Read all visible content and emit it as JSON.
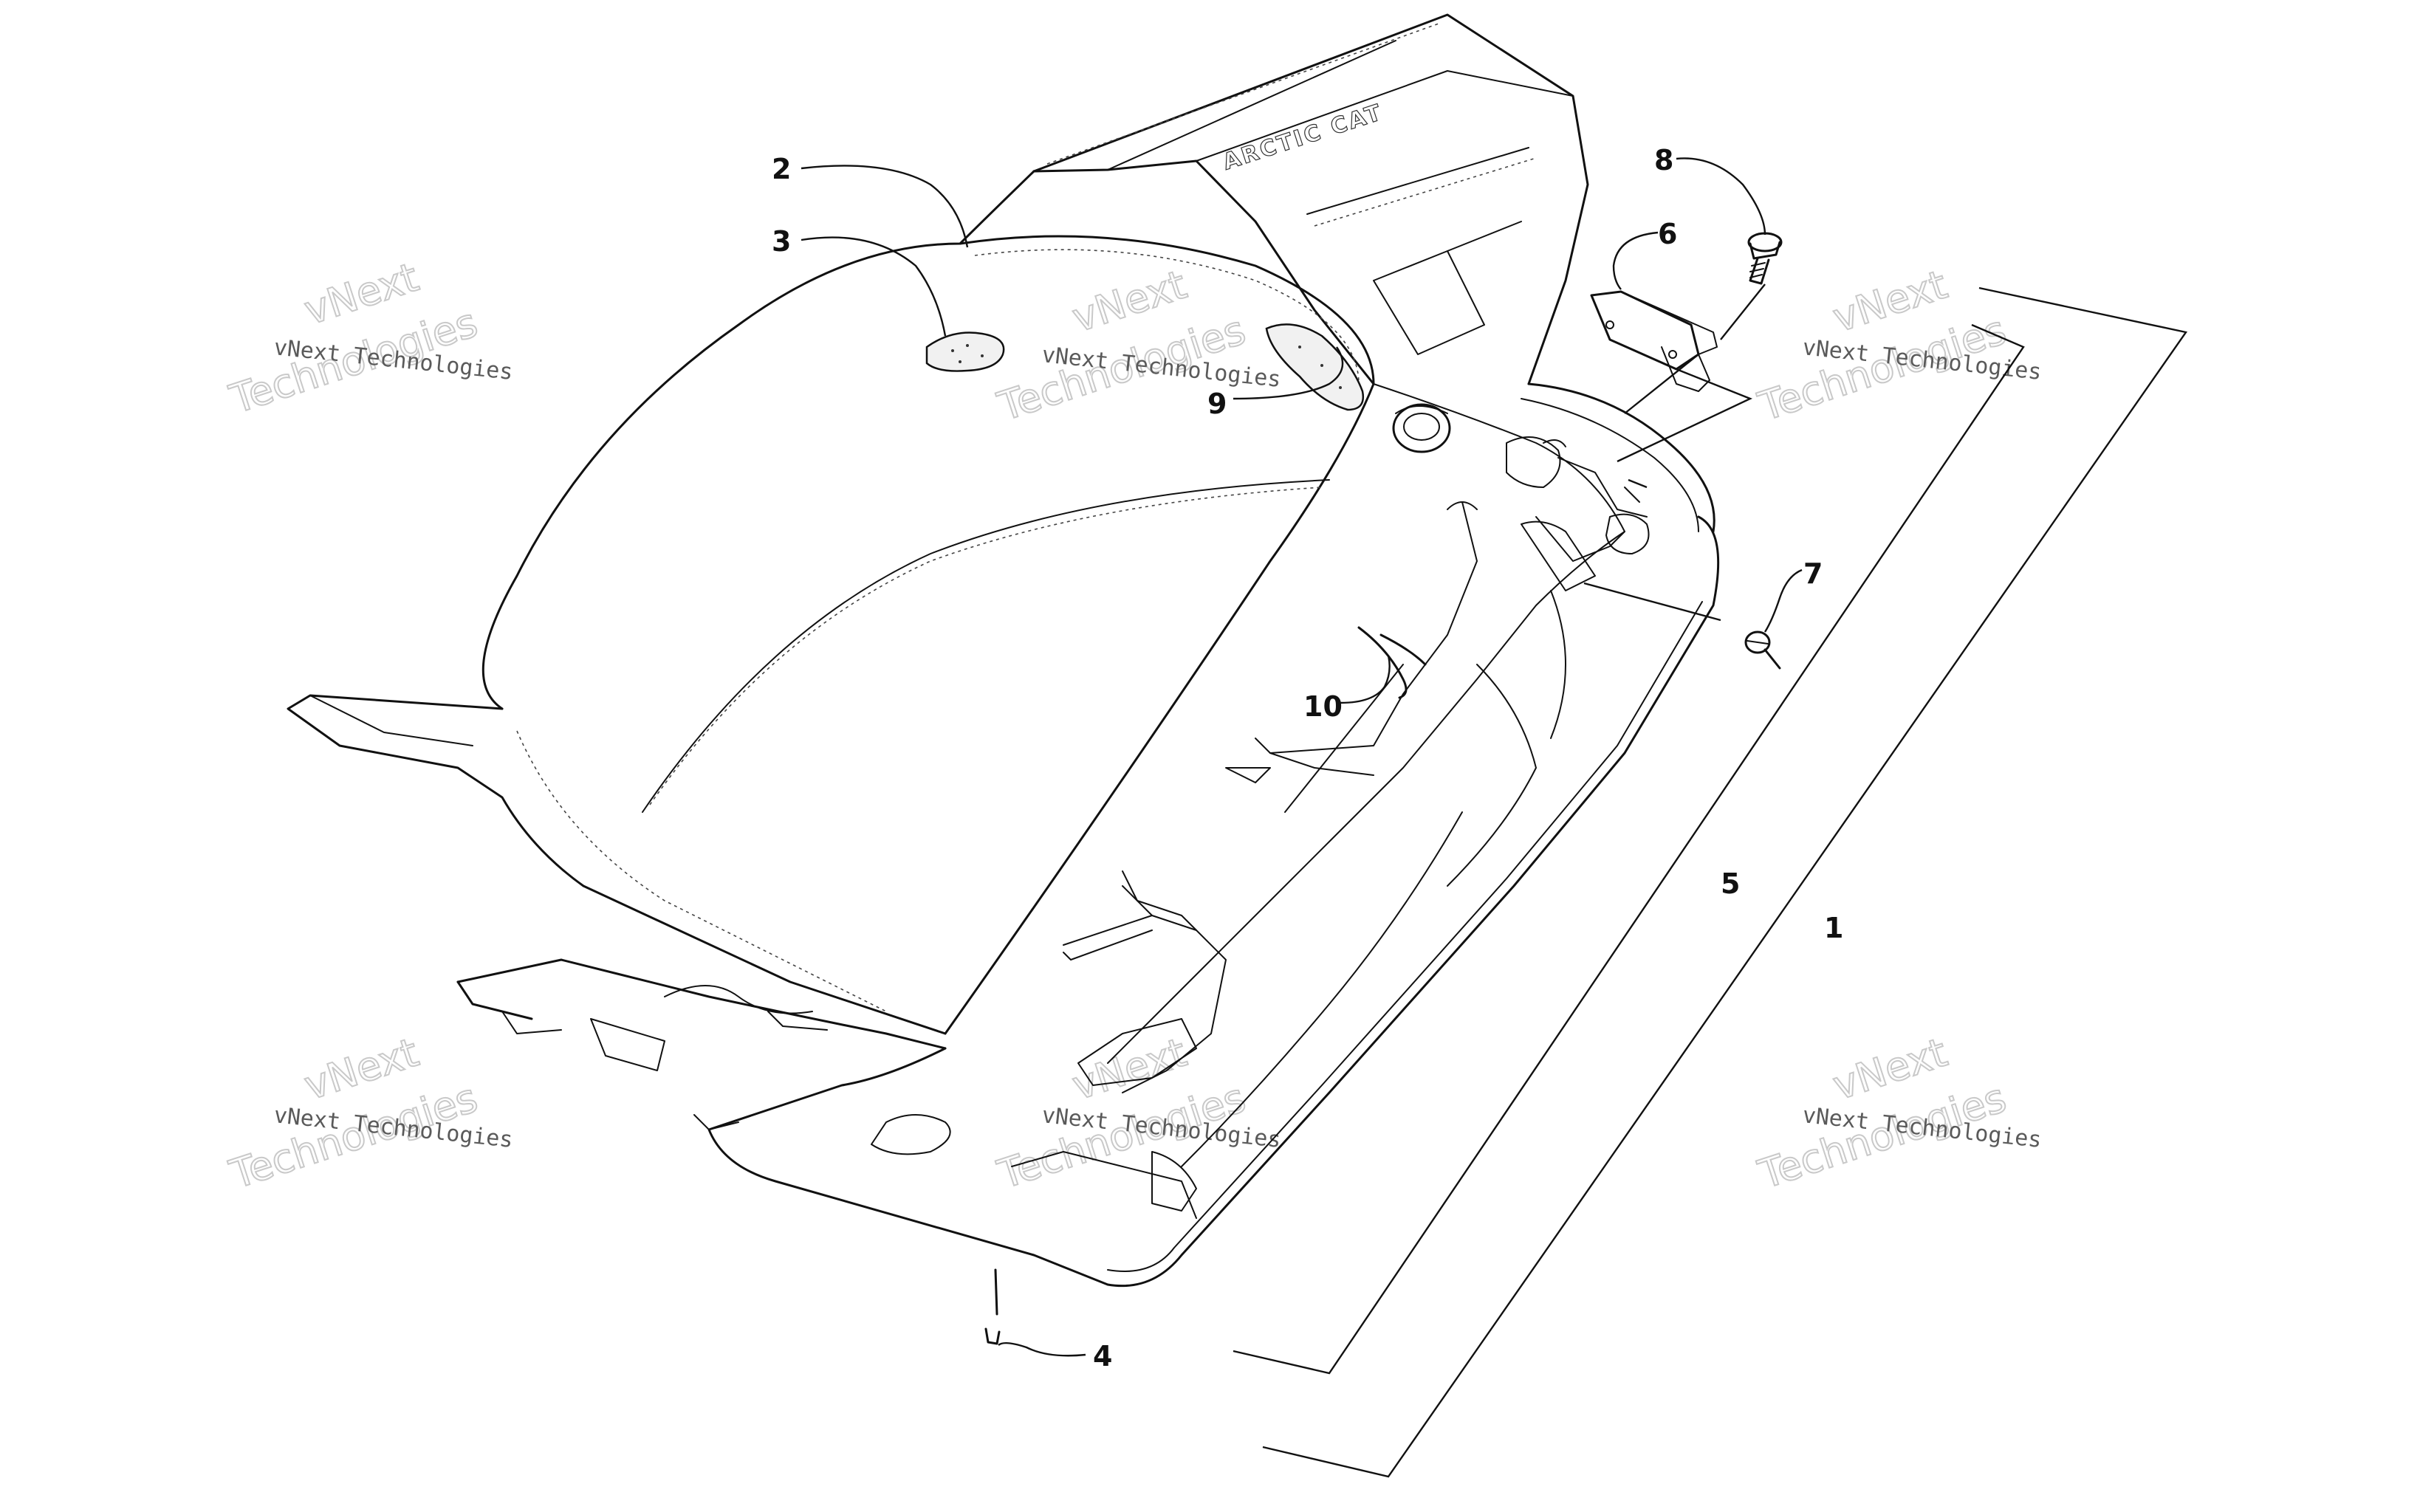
{
  "callouts": [
    {
      "id": "c1",
      "label": "1"
    },
    {
      "id": "c2",
      "label": "2"
    },
    {
      "id": "c3",
      "label": "3"
    },
    {
      "id": "c4",
      "label": "4"
    },
    {
      "id": "c5",
      "label": "5"
    },
    {
      "id": "c6",
      "label": "6"
    },
    {
      "id": "c7",
      "label": "7"
    },
    {
      "id": "c8",
      "label": "8"
    },
    {
      "id": "c9",
      "label": "9"
    },
    {
      "id": "c10",
      "label": "10"
    }
  ],
  "watermark": {
    "line1": "vNext Technologies",
    "line2a": "vNext",
    "line2b": "Technologies"
  },
  "seat_logo": "ARCTIC CAT"
}
